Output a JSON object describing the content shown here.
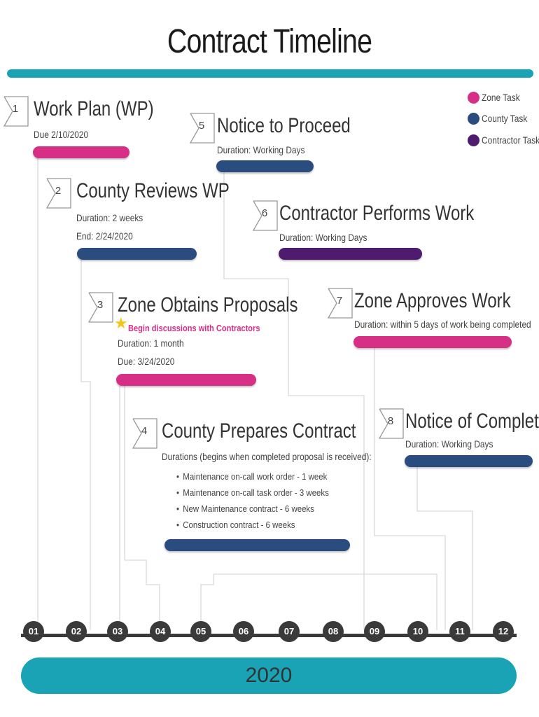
{
  "title": "Contract Timeline",
  "colors": {
    "zone": "#d62f85",
    "county": "#2b4c7e",
    "contractor": "#4e1b6e",
    "accent": "#1aa3b5",
    "axis": "#3a3a3a"
  },
  "legend": [
    {
      "label": "Zone Task",
      "type": "zone"
    },
    {
      "label": "County Task",
      "type": "county"
    },
    {
      "label": "Contractor Task",
      "type": "contractor"
    }
  ],
  "milestones": [
    {
      "number": "1",
      "title": "Work Plan (WP)",
      "lines": [
        "Due 2/10/2020"
      ],
      "type": "zone"
    },
    {
      "number": "2",
      "title": "County Reviews WP",
      "lines": [
        "Duration: 2 weeks",
        "End: 2/24/2020"
      ],
      "type": "county"
    },
    {
      "number": "3",
      "title": "Zone Obtains Proposals",
      "note": "Begin discussions with Contractors",
      "note_icon": "star-icon",
      "lines": [
        "Duration: 1 month",
        "Due: 3/24/2020"
      ],
      "type": "zone"
    },
    {
      "number": "4",
      "title": "County Prepares Contract",
      "lines": [
        "Durations (begins when completed proposal is received):"
      ],
      "bullets": [
        "Maintenance on-call work order - 1 week",
        "Maintenance on-call task order - 3 weeks",
        "New Maintenance contract - 6 weeks",
        "Construction contract - 6 weeks"
      ],
      "type": "county"
    },
    {
      "number": "5",
      "title": "Notice to Proceed",
      "lines": [
        "Duration: Working Days"
      ],
      "type": "county"
    },
    {
      "number": "6",
      "title": "Contractor Performs Work",
      "lines": [
        "Duration: Working Days"
      ],
      "type": "contractor"
    },
    {
      "number": "7",
      "title": "Zone Approves Work",
      "lines": [
        "Duration: within 5 days of work being completed"
      ],
      "type": "zone"
    },
    {
      "number": "8",
      "title": "Notice of Completion",
      "lines": [
        "Duration: Working Days"
      ],
      "type": "county"
    }
  ],
  "months": [
    "01",
    "02",
    "03",
    "04",
    "05",
    "06",
    "07",
    "08",
    "09",
    "10",
    "11",
    "12"
  ],
  "year": "2020"
}
